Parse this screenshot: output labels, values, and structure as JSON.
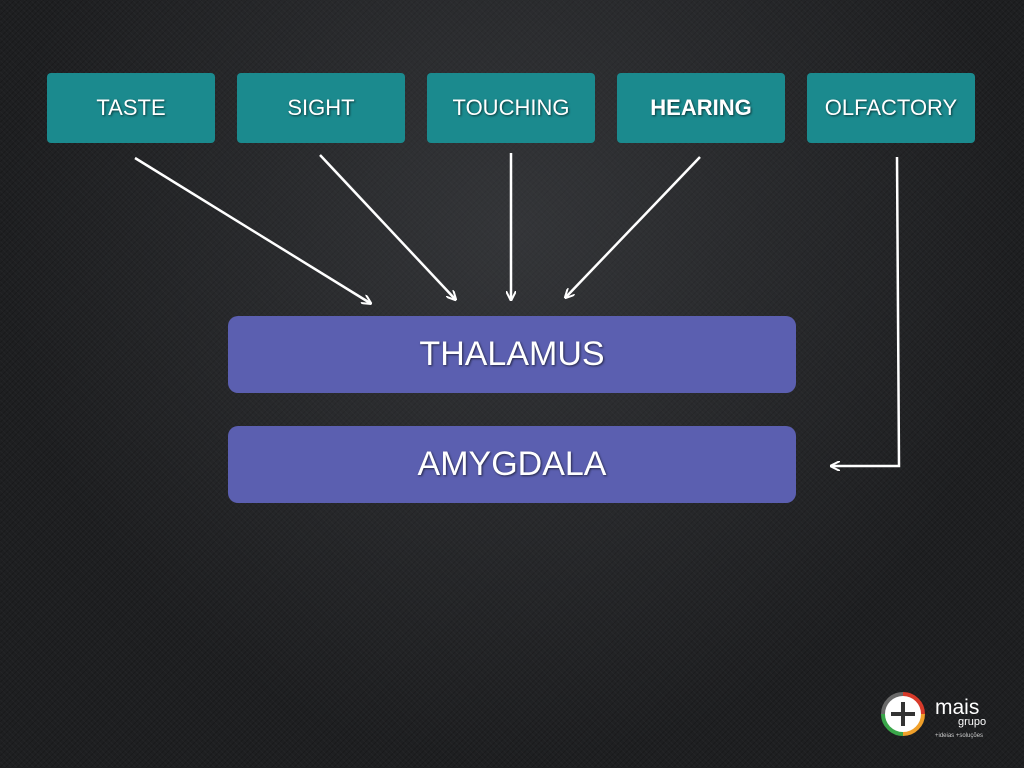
{
  "senses": [
    {
      "label": "TASTE"
    },
    {
      "label": "SIGHT"
    },
    {
      "label": "TOUCHING"
    },
    {
      "label": "HEARING"
    },
    {
      "label": "OLFACTORY"
    }
  ],
  "thalamus": {
    "label": "THALAMUS"
  },
  "amygdala": {
    "label": "AMYGDALA"
  },
  "logo": {
    "word": "mais",
    "subword": "grupo",
    "tagline": "+ideias +soluções"
  },
  "colors": {
    "sense_box": "#1b8a8e",
    "brain_box": "#5b5fb0",
    "background": "#1e1f21",
    "arrow": "#ffffff"
  }
}
